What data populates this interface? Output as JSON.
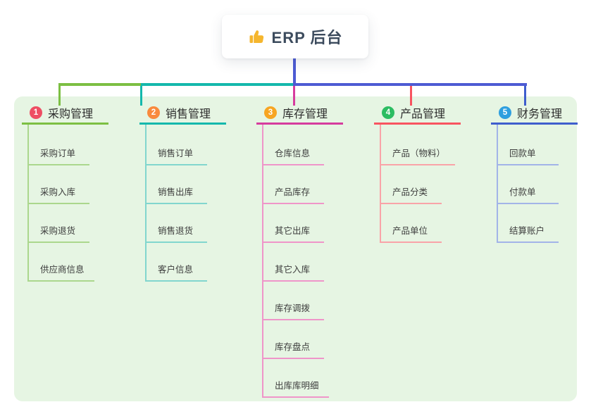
{
  "root": {
    "label": "ERP 后台",
    "icon": "thumbs-up-icon",
    "icon_color": "#f5b62e"
  },
  "connector": {
    "root_color": "#4d5bd3"
  },
  "panel": {
    "bg": "#e6f5e3"
  },
  "branches": [
    {
      "num": "1",
      "label": "采购管理",
      "badge_color": "#ee4e63",
      "line_color": "#7cbf43",
      "light_color": "#abd78d",
      "children": [
        "采购订单",
        "采购入库",
        "采购退货",
        "供应商信息"
      ]
    },
    {
      "num": "2",
      "label": "销售管理",
      "badge_color": "#f98a3d",
      "line_color": "#14b8ac",
      "light_color": "#82d6ce",
      "children": [
        "销售订单",
        "销售出库",
        "销售退货",
        "客户信息"
      ]
    },
    {
      "num": "3",
      "label": "库存管理",
      "badge_color": "#f7a522",
      "line_color": "#d63c9e",
      "light_color": "#ef95c9",
      "children": [
        "仓库信息",
        "产品库存",
        "其它出库",
        "其它入库",
        "库存调拨",
        "库存盘点",
        "出库库明细"
      ]
    },
    {
      "num": "4",
      "label": "产品管理",
      "badge_color": "#2cbd62",
      "line_color": "#f85460",
      "light_color": "#f9a3a8",
      "children": [
        "产品（物料）",
        "产品分类",
        "产品单位"
      ]
    },
    {
      "num": "5",
      "label": "财务管理",
      "badge_color": "#2e9fdf",
      "line_color": "#3f5ecd",
      "light_color": "#a2b4e8",
      "children": [
        "回款单",
        "付款单",
        "结算账户"
      ]
    }
  ]
}
